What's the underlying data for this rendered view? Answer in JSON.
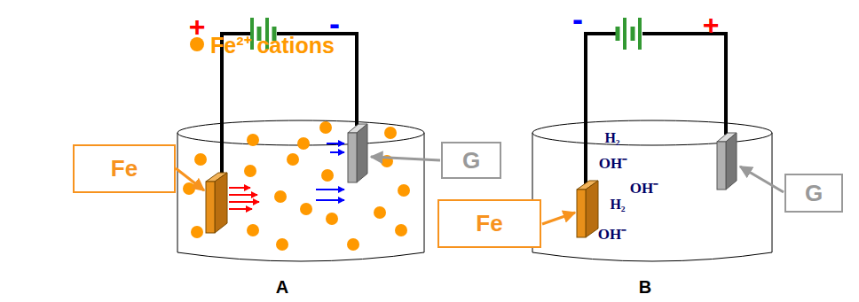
{
  "diagram": {
    "nodes": [
      {
        "text": [
          "Fe"
        ]
      },
      {
        "text": [
          "G"
        ]
      },
      {
        "text": [
          "Fe"
        ]
      },
      {
        "text": [
          "G"
        ]
      }
    ],
    "labels": [
      "+",
      "-",
      "-",
      "+",
      "A",
      "B",
      "H₂",
      "OH⁻",
      "OH⁻",
      "H₂",
      "OH⁻"
    ],
    "legend": [
      {
        "text": "Fe²⁺ cations",
        "color": "#ff9900"
      }
    ]
  }
}
